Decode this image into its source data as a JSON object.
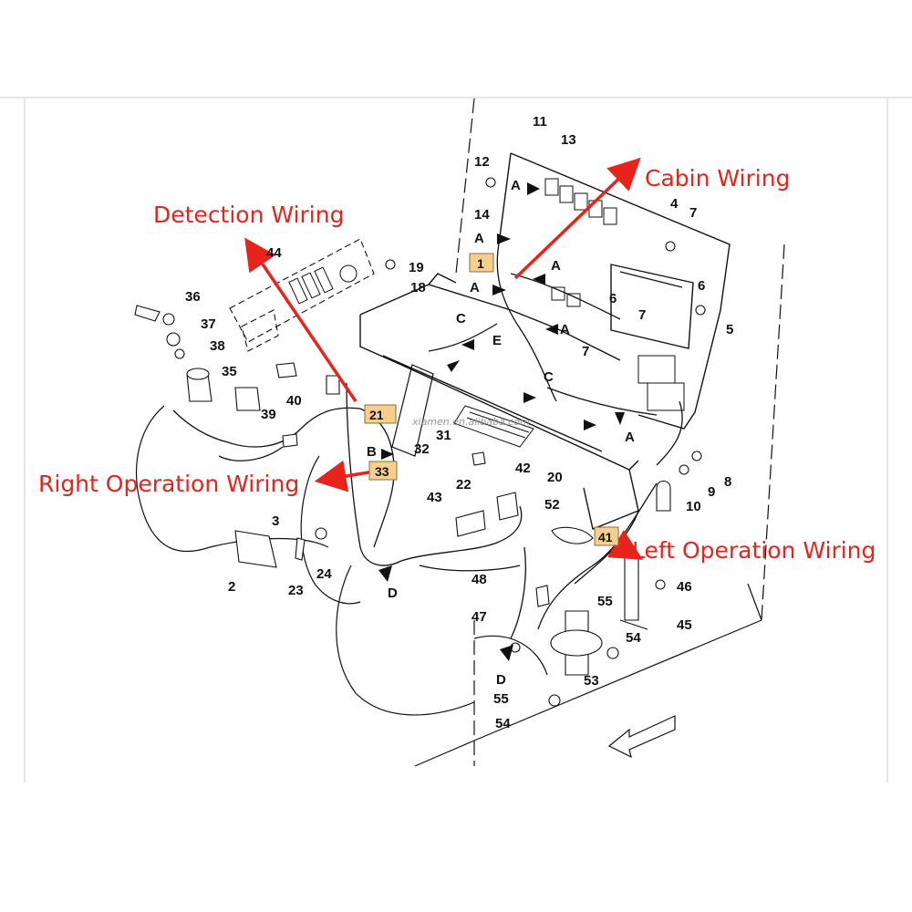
{
  "callouts": {
    "cabin": "Cabin Wiring",
    "detection": "Detection Wiring",
    "right_operation": "Right Operation Wiring",
    "left_operation": "Left Operation Wiring"
  },
  "ref_boxes": {
    "r1": "1",
    "r21": "21",
    "r33": "33",
    "r41": "41"
  },
  "watermark": "xiamen.en.alibaba.com",
  "part_numbers": {
    "p2": "2",
    "p3": "3",
    "p4": "4",
    "p5": "5",
    "p6a": "6",
    "p6b": "6",
    "p7a": "7",
    "p7b": "7",
    "p7c": "7",
    "p8": "8",
    "p9": "9",
    "p10": "10",
    "p11": "11",
    "p12": "12",
    "p13": "13",
    "p14": "14",
    "p18": "18",
    "p19": "19",
    "p20": "20",
    "p22": "22",
    "p23": "23",
    "p24": "24",
    "p31": "31",
    "p32": "32",
    "p35": "35",
    "p36": "36",
    "p37": "37",
    "p38": "38",
    "p39": "39",
    "p40": "40",
    "p42": "42",
    "p43": "43",
    "p44": "44",
    "p45": "45",
    "p46": "46",
    "p47": "47",
    "p48": "48",
    "p52": "52",
    "p53": "53",
    "p54a": "54",
    "p54b": "54",
    "p55a": "55",
    "p55b": "55"
  },
  "letters": {
    "a1": "A",
    "a2": "A",
    "a3": "A",
    "a4": "A",
    "a5": "A",
    "a6": "A",
    "b1": "B",
    "c1": "C",
    "c2": "C",
    "d1": "D",
    "d2": "D",
    "e1": "E"
  },
  "colors": {
    "callout": "#e8231b",
    "line": "#111111",
    "ref_box_fill": "#f6cf8f",
    "frame": "#e6e6e6"
  }
}
